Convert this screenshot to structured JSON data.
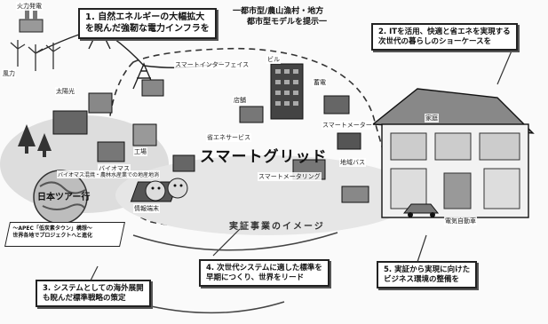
{
  "callouts": {
    "c1": {
      "line1": "1. 自然エネルギーの大幅拡大",
      "line2": "を睨んだ強靭な電力インフラを"
    },
    "c2": {
      "line1": "2. ITを活用、快適と省エネを実現する",
      "line2": "次世代の暮らしのショーケースを"
    },
    "c3": {
      "line1": "3. システムとしての海外展開",
      "line2": "も睨んだ標準戦略の策定"
    },
    "c4": {
      "line1": "4. 次世代システムに適した標準を",
      "line2": "早期につくり、世界をリード"
    },
    "c5": {
      "line1": "5. 実証から実現に向けた",
      "line2": "ビジネス環境の整備を"
    }
  },
  "subtitle": {
    "line1": "一都市型/農山漁村・地方",
    "line2": "都市型モデルを提示一"
  },
  "center_title": "スマートグリッド",
  "demo_caption": "実証事業のイメージ",
  "tour_label": "日本ツアー行",
  "banner": {
    "line1": "〜APEC「低炭素タウン」構想〜",
    "line2": "世界各地でプロジェクトへと進化"
  },
  "labels": {
    "power_plant": "火力発電",
    "smart_interface": "スマートインターフェイス",
    "eco_house": "家庭",
    "biomass": "バイオマス",
    "biomass_note": "バイオマス混焼・農林水産業での地産地消",
    "smart_meter": "スマートメーター",
    "storage": "蓄電",
    "ev": "電気自動車",
    "local_bus": "地域バス",
    "metering": "スマートメータリング",
    "it_service": "省エネサービス",
    "hems": "情報端末",
    "shop": "店舗",
    "building": "ビル",
    "factory": "工場",
    "wind": "風力",
    "solar": "太陽光"
  },
  "colors": {
    "ink": "#111111",
    "line": "#333333",
    "box_bg": "#ffffff",
    "ground": "#cfcfcf"
  }
}
